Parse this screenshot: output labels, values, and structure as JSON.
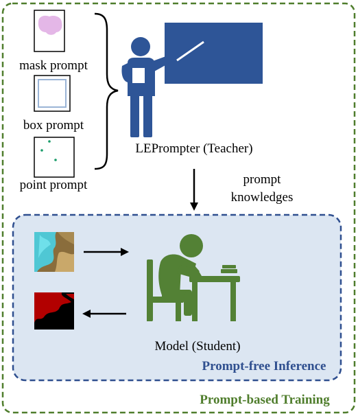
{
  "prompts": {
    "mask_label": "mask prompt",
    "box_label": "box prompt",
    "point_label": "point prompt"
  },
  "teacher": {
    "label": "LEPrompter (Teacher)"
  },
  "arrow": {
    "line1": "prompt",
    "line2": "knowledges"
  },
  "student": {
    "label": "Model (Student)"
  },
  "inner_box": {
    "title": "Prompt-free Inference"
  },
  "outer_box": {
    "title": "Prompt-based Training"
  },
  "colors": {
    "outer_border": "#4f7d2c",
    "outer_title": "#4f7d2c",
    "inner_border": "#2f4f8f",
    "inner_fill": "#dce6f2",
    "inner_title": "#2f4f8f",
    "teacher": "#2e5597",
    "board": "#2e5597",
    "student": "#538135",
    "mask": "#e4b7e7",
    "box": "#9ab4d6",
    "point": "#1a9c6a",
    "segment": "#b20000"
  },
  "icons": [
    "teacher-icon",
    "whiteboard-icon",
    "student-icon",
    "brace-icon"
  ]
}
